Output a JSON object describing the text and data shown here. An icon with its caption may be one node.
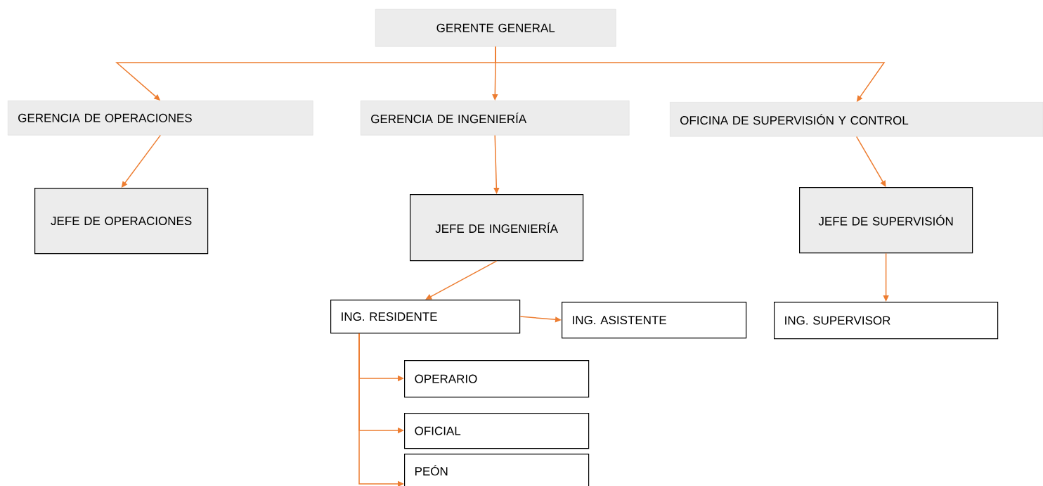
{
  "diagram": {
    "nodes": [
      {
        "text": [
          "GERENTE GENERAL"
        ]
      },
      {
        "text": [
          "GERENCIA DE OPERACIONES"
        ]
      },
      {
        "text": [
          "GERENCIA DE INGENIERÍA"
        ]
      },
      {
        "text": [
          "OFICINA DE SUPERVISIÓN Y CONTROL"
        ]
      },
      {
        "text": [
          "JEFE DE OPERACIONES"
        ]
      },
      {
        "text": [
          "JEFE DE INGENIERÍA"
        ]
      },
      {
        "text": [
          "JEFE DE SUPERVISIÓN"
        ]
      },
      {
        "text": [
          "ING. RESIDENTE"
        ]
      },
      {
        "text": [
          "ING. ASISTENTE"
        ]
      },
      {
        "text": [
          "ING. SUPERVISOR"
        ]
      },
      {
        "text": [
          "OPERARIO"
        ]
      },
      {
        "text": [
          "OFICIAL"
        ]
      },
      {
        "text": [
          "PEÓN"
        ]
      }
    ],
    "edges": [
      {
        "from": 0,
        "to": 1,
        "arrow": "to"
      },
      {
        "from": 0,
        "to": 2,
        "arrow": "to"
      },
      {
        "from": 0,
        "to": 3,
        "arrow": "to"
      },
      {
        "from": 1,
        "to": 4,
        "arrow": "to"
      },
      {
        "from": 2,
        "to": 5,
        "arrow": "to"
      },
      {
        "from": 3,
        "to": 6,
        "arrow": "to"
      },
      {
        "from": 5,
        "to": 7,
        "arrow": "to"
      },
      {
        "from": 7,
        "to": 8,
        "arrow": "to"
      },
      {
        "from": 6,
        "to": 9,
        "arrow": "to"
      },
      {
        "from": 7,
        "to": 10,
        "arrow": "to"
      },
      {
        "from": 7,
        "to": 11,
        "arrow": "to"
      },
      {
        "from": 7,
        "to": 12,
        "arrow": "to"
      }
    ]
  }
}
